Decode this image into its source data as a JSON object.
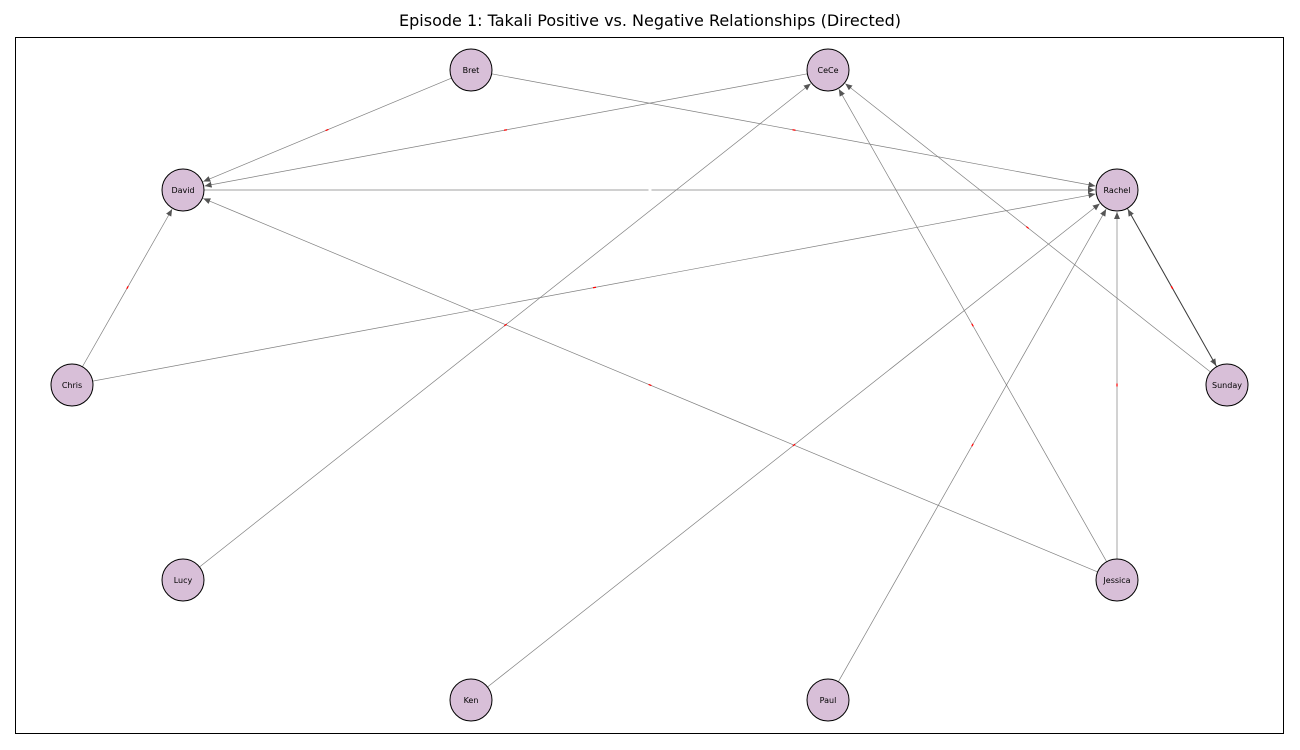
{
  "title": "Episode 1: Takali Positive vs. Negative Relationships (Directed)",
  "node_fill": "#d8bfd8",
  "node_stroke": "#000000",
  "edge_color": "#808080",
  "edge_color_strong": "#404040",
  "arrow_color": "#555555",
  "edge_label_positive_color": "#ffffff",
  "edge_label_negative_color": "#ff0000",
  "nodes": [
    {
      "id": "Bret",
      "label": "Bret"
    },
    {
      "id": "CeCe",
      "label": "CeCe"
    },
    {
      "id": "David",
      "label": "David"
    },
    {
      "id": "Rachel",
      "label": "Rachel"
    },
    {
      "id": "Chris",
      "label": "Chris"
    },
    {
      "id": "Sunday",
      "label": "Sunday"
    },
    {
      "id": "Lucy",
      "label": "Lucy"
    },
    {
      "id": "Jessica",
      "label": "Jessica"
    },
    {
      "id": "Ken",
      "label": "Ken"
    },
    {
      "id": "Paul",
      "label": "Paul"
    }
  ],
  "edges": [
    {
      "source": "Bret",
      "target": "David",
      "sign": "negative"
    },
    {
      "source": "Bret",
      "target": "Rachel",
      "sign": "negative"
    },
    {
      "source": "CeCe",
      "target": "David",
      "sign": "negative"
    },
    {
      "source": "David",
      "target": "Rachel",
      "sign": "positive"
    },
    {
      "source": "Chris",
      "target": "David",
      "sign": "negative"
    },
    {
      "source": "Chris",
      "target": "Rachel",
      "sign": "negative"
    },
    {
      "source": "Lucy",
      "target": "CeCe",
      "sign": "negative"
    },
    {
      "source": "Jessica",
      "target": "CeCe",
      "sign": "negative"
    },
    {
      "source": "Jessica",
      "target": "David",
      "sign": "negative"
    },
    {
      "source": "Jessica",
      "target": "Rachel",
      "sign": "negative"
    },
    {
      "source": "Sunday",
      "target": "CeCe",
      "sign": "negative"
    },
    {
      "source": "Ken",
      "target": "Rachel",
      "sign": "negative"
    },
    {
      "source": "Paul",
      "target": "Rachel",
      "sign": "negative"
    },
    {
      "source": "Rachel",
      "target": "Sunday",
      "sign": "negative"
    },
    {
      "source": "Sunday",
      "target": "Rachel",
      "sign": "negative"
    }
  ]
}
